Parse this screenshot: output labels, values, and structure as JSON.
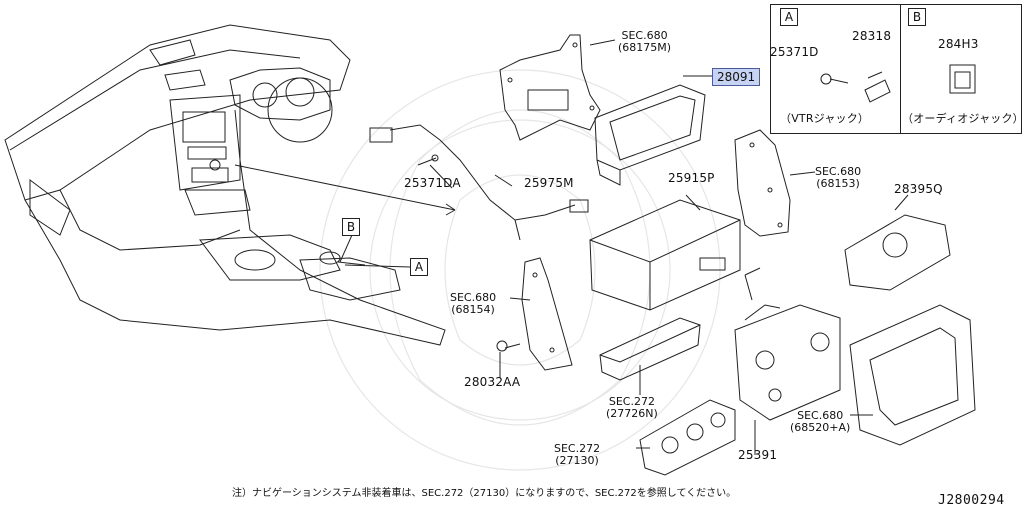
{
  "diagram": {
    "code": "J2800294",
    "note": "注）ナビゲーションシステム非装着車は、SEC.272（27130）になりますので、SEC.272を参照してください。",
    "highlight_part": "28091",
    "insets": [
      {
        "tag": "A",
        "parts": [
          "25371D",
          "28318"
        ],
        "caption": "（VTRジャック）"
      },
      {
        "tag": "B",
        "parts": [
          "284H3"
        ],
        "caption": "（オーディオジャック）"
      }
    ],
    "dash_tags": [
      "B",
      "A"
    ],
    "parts": [
      {
        "id": "25371DA",
        "label": "25371DA"
      },
      {
        "id": "25975M",
        "label": "25975M"
      },
      {
        "id": "25915P",
        "label": "25915P"
      },
      {
        "id": "28395Q",
        "label": "28395Q"
      },
      {
        "id": "28032AA",
        "label": "28032AA"
      },
      {
        "id": "25391",
        "label": "25391"
      }
    ],
    "sections": [
      {
        "sec": "SEC.680",
        "ref": "(68175M)"
      },
      {
        "sec": "SEC.680",
        "ref": "(68153)"
      },
      {
        "sec": "SEC.680",
        "ref": "(68154)"
      },
      {
        "sec": "SEC.272",
        "ref": "(27726N)"
      },
      {
        "sec": "SEC.272",
        "ref": "(27130)"
      },
      {
        "sec": "SEC.680",
        "ref": "(68520+A)"
      }
    ]
  }
}
